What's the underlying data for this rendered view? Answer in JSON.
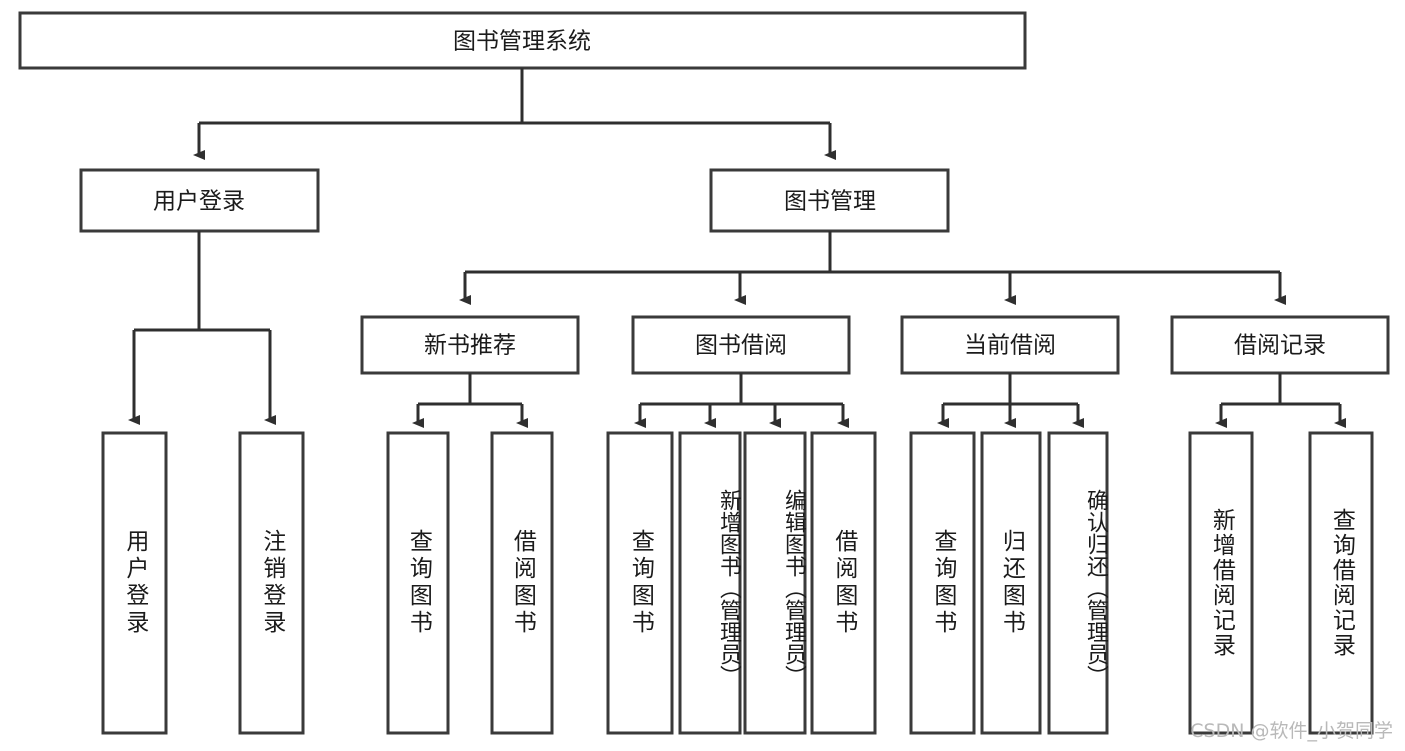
{
  "diagram": {
    "title": "图书管理系统",
    "watermark": "CSDN @软件_小贺同学",
    "colors": {
      "box_stroke": "#3a3a3a",
      "connector": "#2f2f2f",
      "text": "#1b1b1b",
      "background": "#ffffff",
      "watermark": "#b9b9b9"
    },
    "root": {
      "label": "图书管理系统"
    },
    "level2": [
      {
        "label": "用户登录"
      },
      {
        "label": "图书管理"
      }
    ],
    "level3": [
      {
        "label": "新书推荐"
      },
      {
        "label": "图书借阅"
      },
      {
        "label": "当前借阅"
      },
      {
        "label": "借阅记录"
      }
    ],
    "leaves": {
      "user_login": [
        {
          "label": "用户登录"
        },
        {
          "label": "注销登录"
        }
      ],
      "new_book_recommend": [
        {
          "label": "查询图书"
        },
        {
          "label": "借阅图书"
        }
      ],
      "book_borrow": [
        {
          "label": "查询图书"
        },
        {
          "label": "新增图书（管理员）"
        },
        {
          "label": "编辑图书（管理员）"
        },
        {
          "label": "借阅图书"
        }
      ],
      "current_borrow": [
        {
          "label": "查询图书"
        },
        {
          "label": "归还图书"
        },
        {
          "label": "确认归还（管理员）"
        }
      ],
      "borrow_record": [
        {
          "label": "新增借阅记录"
        },
        {
          "label": "查询借阅记录"
        }
      ]
    }
  }
}
